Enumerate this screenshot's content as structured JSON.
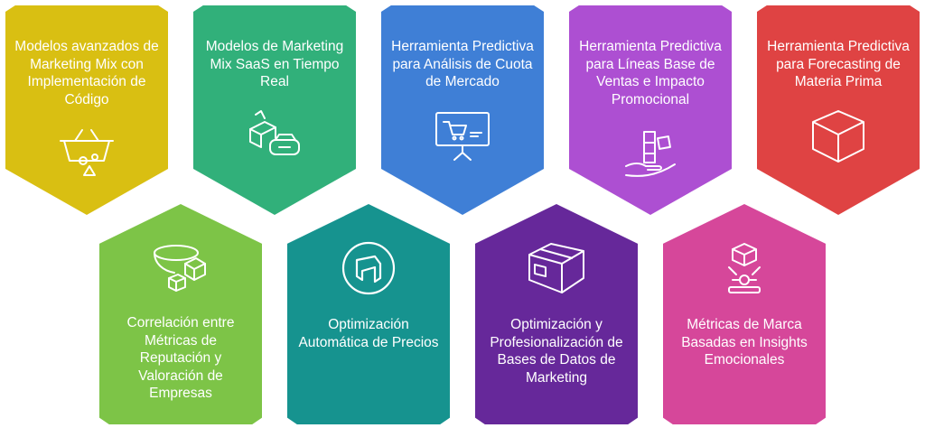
{
  "tiles_top": [
    {
      "label": "Modelos avanzados de Marketing Mix con Implementación de Código",
      "icon": "basket-shapes-icon",
      "color": "#d9bf12"
    },
    {
      "label": "Modelos de Marketing Mix SaaS en Tiempo Real",
      "icon": "vr-headset-box-icon",
      "color": "#31b07a"
    },
    {
      "label": "Herramienta Predictiva para Análisis de Cuota de Mercado",
      "icon": "presentation-board-cart-icon",
      "color": "#3f7fd6"
    },
    {
      "label": "Herramienta Predictiva para Líneas Base de Ventas e Impacto Promocional",
      "icon": "hand-stacked-blocks-icon",
      "color": "#ad4fd2"
    },
    {
      "label": "Herramienta Predictiva para Forecasting de Materia Prima",
      "icon": "cube-icon",
      "color": "#df4343"
    }
  ],
  "tiles_bottom": [
    {
      "label": "Correlación entre Métricas de Reputación y Valoración de Empresas",
      "icon": "ring-box-icon",
      "color": "#7dc447"
    },
    {
      "label": "Optimización Automática de Precios",
      "icon": "circle-logo-icon",
      "color": "#16938f"
    },
    {
      "label": "Optimización y Profesionalización de Bases de Datos de Marketing",
      "icon": "box-package-icon",
      "color": "#66289a"
    },
    {
      "label": "Métricas de Marca Basadas en Insights Emocionales",
      "icon": "robot-arm-cube-icon",
      "color": "#d6479a"
    }
  ]
}
